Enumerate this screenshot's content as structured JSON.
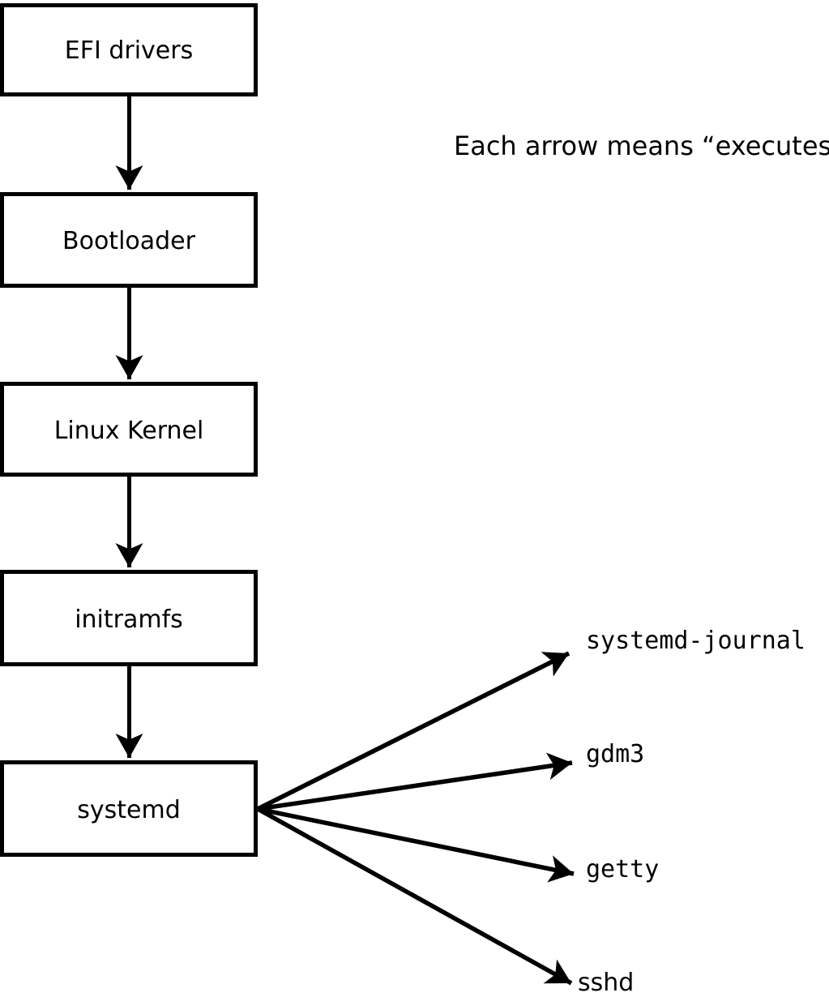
{
  "note": "Each arrow means “executes”.",
  "boot_chain": [
    {
      "label": "EFI drivers"
    },
    {
      "label": "Bootloader"
    },
    {
      "label": "Linux Kernel"
    },
    {
      "label": "initramfs"
    },
    {
      "label": "systemd"
    }
  ],
  "spawned_services": [
    {
      "label": "systemd-journal"
    },
    {
      "label": "gdm3"
    },
    {
      "label": "getty"
    },
    {
      "label": "sshd"
    }
  ],
  "arrow_meaning": "executes",
  "colors": {
    "line": "#000000",
    "box_fill": "#ffffff",
    "background": "#ffffff",
    "text": "#000000"
  }
}
